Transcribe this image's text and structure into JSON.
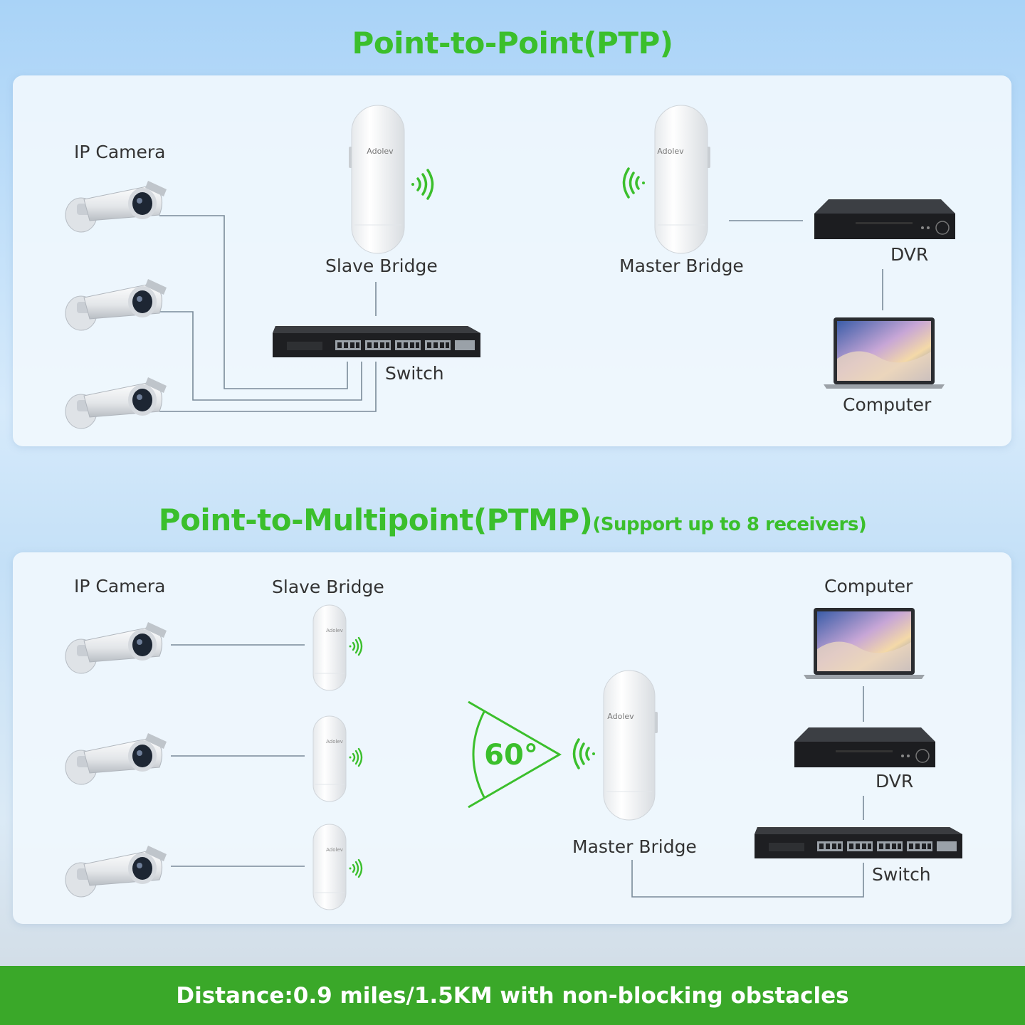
{
  "ptp": {
    "title": "Point-to-Point(PTP)",
    "camera_label": "IP Camera",
    "slave_label": "Slave Bridge",
    "master_label": "Master Bridge",
    "switch_label": "Switch",
    "dvr_label": "DVR",
    "computer_label": "Computer",
    "brand": "Adolev"
  },
  "ptmp": {
    "title": "Point-to-Multipoint(PTMP)",
    "subtitle": "(Support up to 8 receivers)",
    "camera_label": "IP Camera",
    "slave_label": "Slave Bridge",
    "master_label": "Master Bridge",
    "switch_label": "Switch",
    "dvr_label": "DVR",
    "computer_label": "Computer",
    "angle": "60°",
    "brand": "Adolev"
  },
  "footer": {
    "text": "Distance:0.9 miles/1.5KM with non-blocking obstacles"
  },
  "colors": {
    "accent_green": "#3bbf2c",
    "bar_green": "#3aa829"
  }
}
